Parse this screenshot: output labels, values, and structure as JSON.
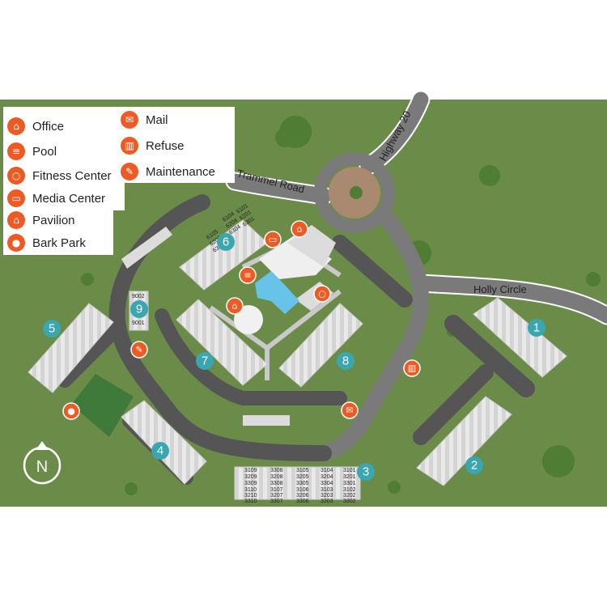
{
  "legend": {
    "items": [
      {
        "label": "Office",
        "icon": "home-icon"
      },
      {
        "label": "Pool",
        "icon": "pool-ladder-icon"
      },
      {
        "label": "Fitness Center",
        "icon": "kettlebell-icon"
      },
      {
        "label": "Media Center",
        "icon": "laptop-icon"
      },
      {
        "label": "Pavilion",
        "icon": "pavilion-icon"
      },
      {
        "label": "Bark Park",
        "icon": "dog-icon"
      },
      {
        "label": "Mail",
        "icon": "mailbox-icon"
      },
      {
        "label": "Refuse",
        "icon": "trash-can-icon"
      },
      {
        "label": "Maintenance",
        "icon": "wrench-icon"
      }
    ]
  },
  "roads": {
    "trammel": "Trammel Road",
    "highway": "Highway 20",
    "holly": "Holly Circle"
  },
  "buildings": [
    {
      "number": "1"
    },
    {
      "number": "2"
    },
    {
      "number": "3"
    },
    {
      "number": "4"
    },
    {
      "number": "5"
    },
    {
      "number": "6"
    },
    {
      "number": "7"
    },
    {
      "number": "8"
    },
    {
      "number": "9"
    }
  ],
  "units": {
    "b3": [
      "3109",
      "3308",
      "3105",
      "3104",
      "3101",
      "3209",
      "3208",
      "3205",
      "3204",
      "3201",
      "3309",
      "3308",
      "3305",
      "3304",
      "3301",
      "3110",
      "3107",
      "3106",
      "3103",
      "3102",
      "3210",
      "3207",
      "3206",
      "3203",
      "3202",
      "3310",
      "3307",
      "3306",
      "3303",
      "3302"
    ],
    "b9": [
      "9002",
      "9001"
    ],
    "b6": [
      "6104",
      "6101",
      "6204",
      "6201",
      "6304",
      "6301",
      "6105",
      "6205",
      "6305"
    ]
  },
  "compass": {
    "letter": "N"
  },
  "colors": {
    "accent": "#ee5a24",
    "building_marker": "#3aa6b0",
    "grass": "#6a8c48"
  }
}
